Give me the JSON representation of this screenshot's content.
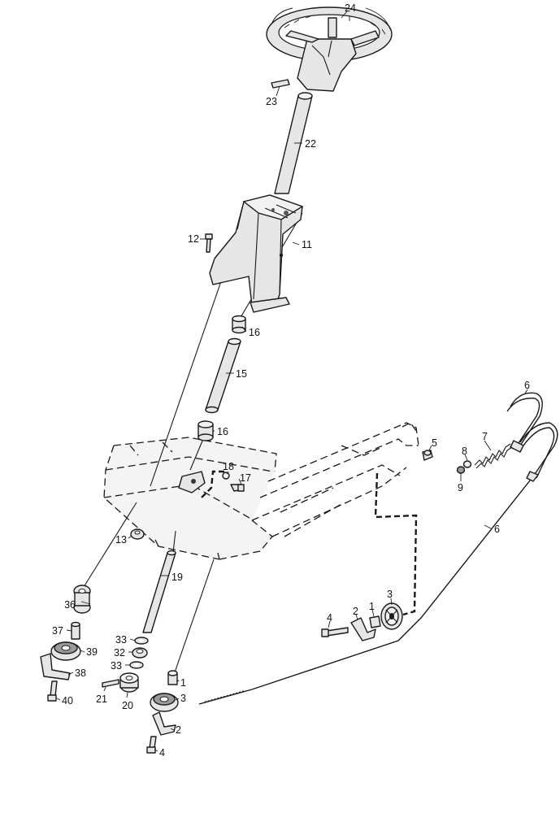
{
  "labels": {
    "l24": "24",
    "l23": "23",
    "l22": "22",
    "l12": "12",
    "l11": "11",
    "l16a": "16",
    "l15": "15",
    "l16b": "16",
    "l18": "18",
    "l17": "17",
    "l5": "5",
    "l6a": "6",
    "l7": "7",
    "l8": "8",
    "l9": "9",
    "l6b": "6",
    "l13": "13",
    "l19": "19",
    "l3a": "3",
    "l1a": "1",
    "l2a": "2",
    "l4a": "4",
    "l36": "36",
    "l37": "37",
    "l39": "39",
    "l38": "38",
    "l40": "40",
    "l33a": "33",
    "l32": "32",
    "l33b": "33",
    "l21": "21",
    "l20": "20",
    "l1b": "1",
    "l3b": "3",
    "l2b": "2",
    "l4b": "4"
  }
}
